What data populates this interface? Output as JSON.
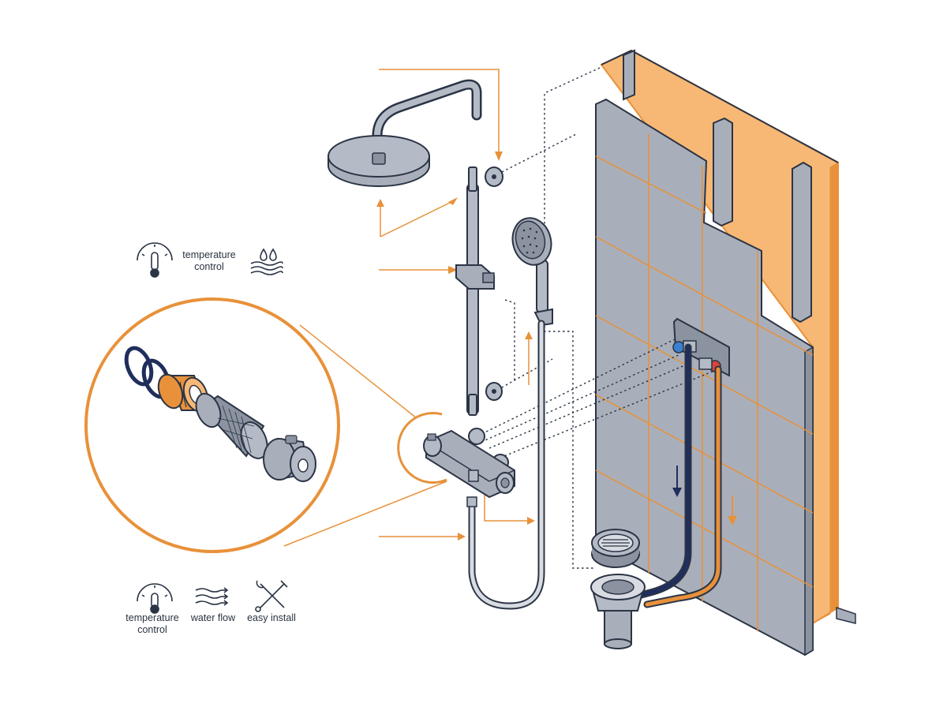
{
  "colors": {
    "accent": "#E8913A",
    "accent_light": "#F7B875",
    "navy": "#1F2E5C",
    "tile": "#A9AFBA",
    "steel": "#B4BBC6",
    "outline": "#2B3445",
    "hot": "#D8443A",
    "cold": "#3C7FD1"
  },
  "labels": {
    "top_temp_line1": "temperature",
    "top_temp_line2": "control",
    "bottom_temp_line1": "temperature",
    "bottom_temp_line2": "control",
    "water_flow": "water flow",
    "easy_install": "easy install"
  },
  "icons": [
    "thermometer-gauge-icon",
    "water-drops-waves-icon",
    "thermometer-gauge-icon",
    "water-flow-icon",
    "tools-icon"
  ]
}
